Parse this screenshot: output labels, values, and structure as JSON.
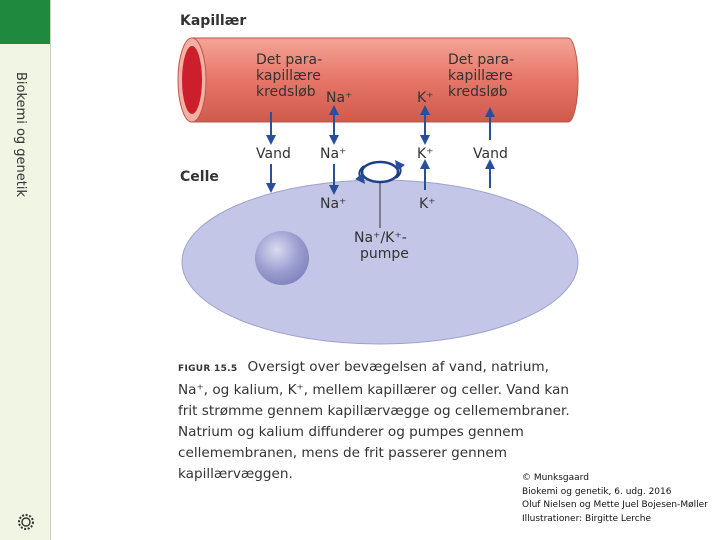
{
  "sidebar": {
    "vertical_title": "Biokemi og genetik"
  },
  "diagram": {
    "capillary_title": "Kapillær",
    "cell_title": "Celle",
    "left_circuit": [
      "Det para-",
      "kapillære",
      "kredsløb"
    ],
    "right_circuit": [
      "Det para-",
      "kapillære",
      "kredsløb"
    ],
    "capillary_na": "Na⁺",
    "capillary_k": "K⁺",
    "water_left": "Vand",
    "na_middle": "Na⁺",
    "k_middle": "K⁺",
    "water_right": "Vand",
    "cell_na": "Na⁺",
    "cell_k": "K⁺",
    "pump_line1": "Na⁺/K⁺-",
    "pump_line2": "pumpe",
    "colors": {
      "capillary": "#e8796b",
      "capillary_end": "#cc1f2b",
      "cell": "#c3c6e6",
      "nucleus": "#8f92c9",
      "arrow": "#2a4f9a",
      "pump": "#1d3f8a"
    }
  },
  "caption": {
    "label": "FIGUR 15.5",
    "text": "Oversigt over bevægelsen af vand, natrium, Na⁺, og kalium, K⁺, mellem kapillærer og celler. Vand kan frit strømme gennem kapillærvægge og cellemembraner. Natrium og kalium diffunderer og pumpes gennem cellemembranen, mens de frit passerer gennem kapillærvæggen."
  },
  "credits": [
    "© Munksgaard",
    "Biokemi og genetik, 6. udg. 2016",
    "Oluf Nielsen og Mette Juel Bojesen-Møller",
    "Illustrationer: Birgitte Lerche"
  ],
  "logo_icon": "gear-logo-icon"
}
